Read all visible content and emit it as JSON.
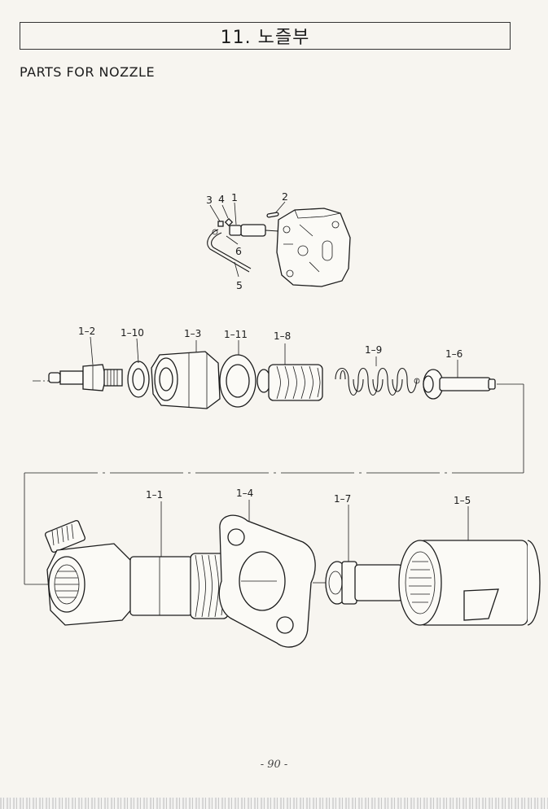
{
  "header": {
    "title": "11. 노즐부",
    "subtitle": "PARTS FOR NOZZLE"
  },
  "overview_labels": [
    "3",
    "4",
    "1",
    "2",
    "6",
    "5"
  ],
  "exploded_top_labels": [
    "1–2",
    "1–10",
    "1–3",
    "1–11",
    "1–8",
    "1–9",
    "1–6"
  ],
  "exploded_bottom_labels": [
    "1–1",
    "1–4",
    "1–7",
    "1–5"
  ],
  "footer": {
    "page_number": "- 90 -"
  }
}
